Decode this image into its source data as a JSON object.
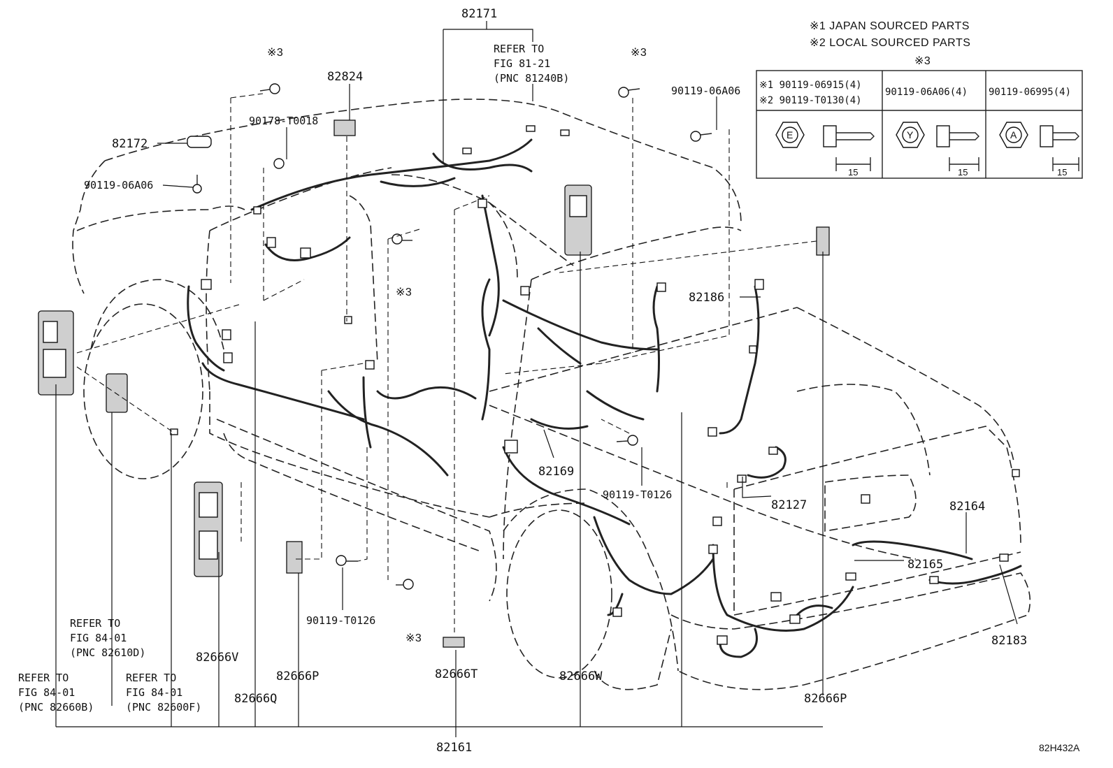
{
  "diagram_code": "82H432A",
  "legend": {
    "note1": "※1 JAPAN SOURCED PARTS",
    "note2": "※2 LOCAL SOURCED PARTS",
    "ref_mark": "※3",
    "table": {
      "col1_row1": "※1 90119-06915(4)",
      "col1_row2": "※2 90119-T0130(4)",
      "col2": "90119-06A06(4)",
      "col3": "90119-06995(4)",
      "head_letters": [
        "E",
        "Y",
        "A"
      ],
      "dimension": "15"
    }
  },
  "labels": {
    "p82171": "82171",
    "p82824": "82824",
    "p82172": "82172",
    "p90119_06A06_left": "90119-06A06",
    "p90178": "90178-T0018",
    "p90119_06A06_right": "90119-06A06",
    "p82186": "82186",
    "p82169": "82169",
    "p90119_T0126_mid": "90119-T0126",
    "p82127": "82127",
    "p82164": "82164",
    "p82165": "82165",
    "p82183": "82183",
    "p90119_T0126_low": "90119-T0126",
    "p82666V": "82666V",
    "p82666P_left": "82666P",
    "p82666Q": "82666Q",
    "p82666T": "82666T",
    "p82666W": "82666W",
    "p82666P_right": "82666P",
    "p82161": "82161",
    "mark_top_left": "※3",
    "mark_top_right": "※3",
    "mark_mid": "※3",
    "mark_low": "※3"
  },
  "refs": {
    "r1": {
      "l1": "REFER TO",
      "l2": "FIG 81-21",
      "l3": "(PNC 81240B)"
    },
    "r2": {
      "l1": "REFER TO",
      "l2": "FIG 84-01",
      "l3": "(PNC 82610D)"
    },
    "r3": {
      "l1": "REFER TO",
      "l2": "FIG 84-01",
      "l3": "(PNC 82660B)"
    },
    "r4": {
      "l1": "REFER TO",
      "l2": "FIG 84-01",
      "l3": "(PNC 82600F)"
    }
  }
}
